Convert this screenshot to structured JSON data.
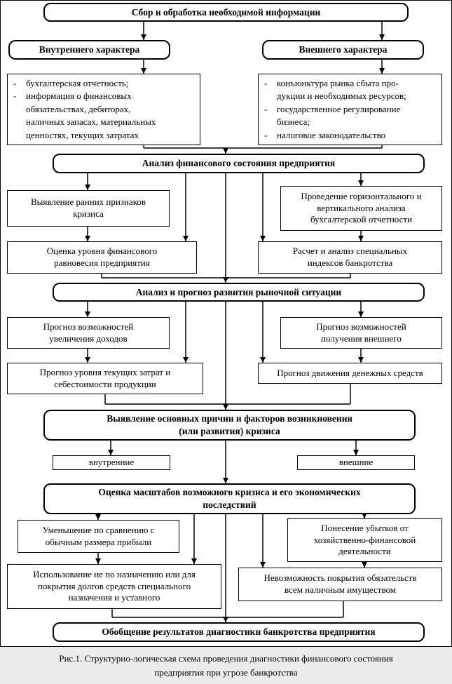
{
  "palette": {
    "border": "#000000",
    "background": "#ffffff",
    "caption_background": "#ececec",
    "text": "#000000"
  },
  "nodes": {
    "collect": {
      "lines": [
        "Сбор и обработка необходимой информации"
      ]
    },
    "internal_header": {
      "lines": [
        "Внутреннего характера"
      ]
    },
    "external_header": {
      "lines": [
        "Внешнего характера"
      ]
    },
    "internal_details": {
      "items": [
        {
          "marker": "-",
          "lines": [
            "бухгалтерская отчетность;"
          ]
        },
        {
          "marker": "-",
          "lines": [
            "информация о финансовых",
            "обязательствах, дебиторах,",
            "наличных запасах, материальных",
            "ценностях, текущих затратах"
          ]
        }
      ]
    },
    "external_details": {
      "items": [
        {
          "marker": "-",
          "lines": [
            "конъюнктура рынка сбыта про-",
            "дукции и необходимых ресурсов;"
          ]
        },
        {
          "marker": "-",
          "lines": [
            "государственное регулирование",
            "бизнеса;"
          ]
        },
        {
          "marker": "-",
          "lines": [
            "налоговое законодательство"
          ]
        }
      ]
    },
    "analysis_header": {
      "lines": [
        "Анализ финансового состояния предприятия"
      ]
    },
    "early_signs": {
      "lines": [
        "Выявление ранних признаков",
        "кризиса"
      ]
    },
    "horizontal_analysis": {
      "lines": [
        "Проведение горизонтального и",
        "вертикального анализа",
        "бухгалтерской отчетности"
      ]
    },
    "equilibrium": {
      "lines": [
        "Оценка уровня финансового",
        "равновесия предприятия"
      ]
    },
    "bankruptcy_indexes": {
      "lines": [
        "Расчет и анализ специальных",
        "индексов банкротства"
      ]
    },
    "forecast_header": {
      "lines": [
        "Анализ и прогноз развития рыночной ситуации"
      ]
    },
    "income_forecast": {
      "lines": [
        "Прогноз возможностей",
        "увеличения доходов"
      ]
    },
    "external_financing_forecast": {
      "lines": [
        "Прогноз возможностей",
        "получения внешнего"
      ]
    },
    "costs_forecast": {
      "lines": [
        "Прогноз уровня текущих затрат и",
        "себестоимости продукции"
      ]
    },
    "cashflow_forecast": {
      "lines": [
        "Прогноз движения денежных средств"
      ]
    },
    "causes_header": {
      "lines": [
        "Выявление основных причин и факторов возникновения",
        "(или развития) кризиса"
      ]
    },
    "internal_factors": {
      "lines": [
        "внутренние"
      ]
    },
    "external_factors": {
      "lines": [
        "внешние"
      ]
    },
    "scale_header": {
      "lines": [
        "Оценка масштабов возможного кризиса и его экономических",
        "последствий"
      ]
    },
    "profit_decrease": {
      "lines": [
        "Уменьшение по сравнению с",
        "обычным размера прибыли"
      ]
    },
    "losses": {
      "lines": [
        "Понесение убытков от",
        "хозяйственно-финансовой",
        "деятельности"
      ]
    },
    "misuse_of_funds": {
      "lines": [
        "Использование не по назначению или для",
        "покрытия долгов средств специального",
        "назначения и уставного"
      ]
    },
    "insolvency": {
      "lines": [
        "Невозможность покрытия обязательств",
        "всем наличным имуществом"
      ]
    },
    "final_header": {
      "lines": [
        "Обобщение результатов диагностики банкротства предприятия"
      ]
    }
  },
  "caption": {
    "lines": [
      "Рис.1. Структурно-логическая схема проведения диагностики финансового состояния",
      "предприятия при угрозе банкротства"
    ]
  }
}
